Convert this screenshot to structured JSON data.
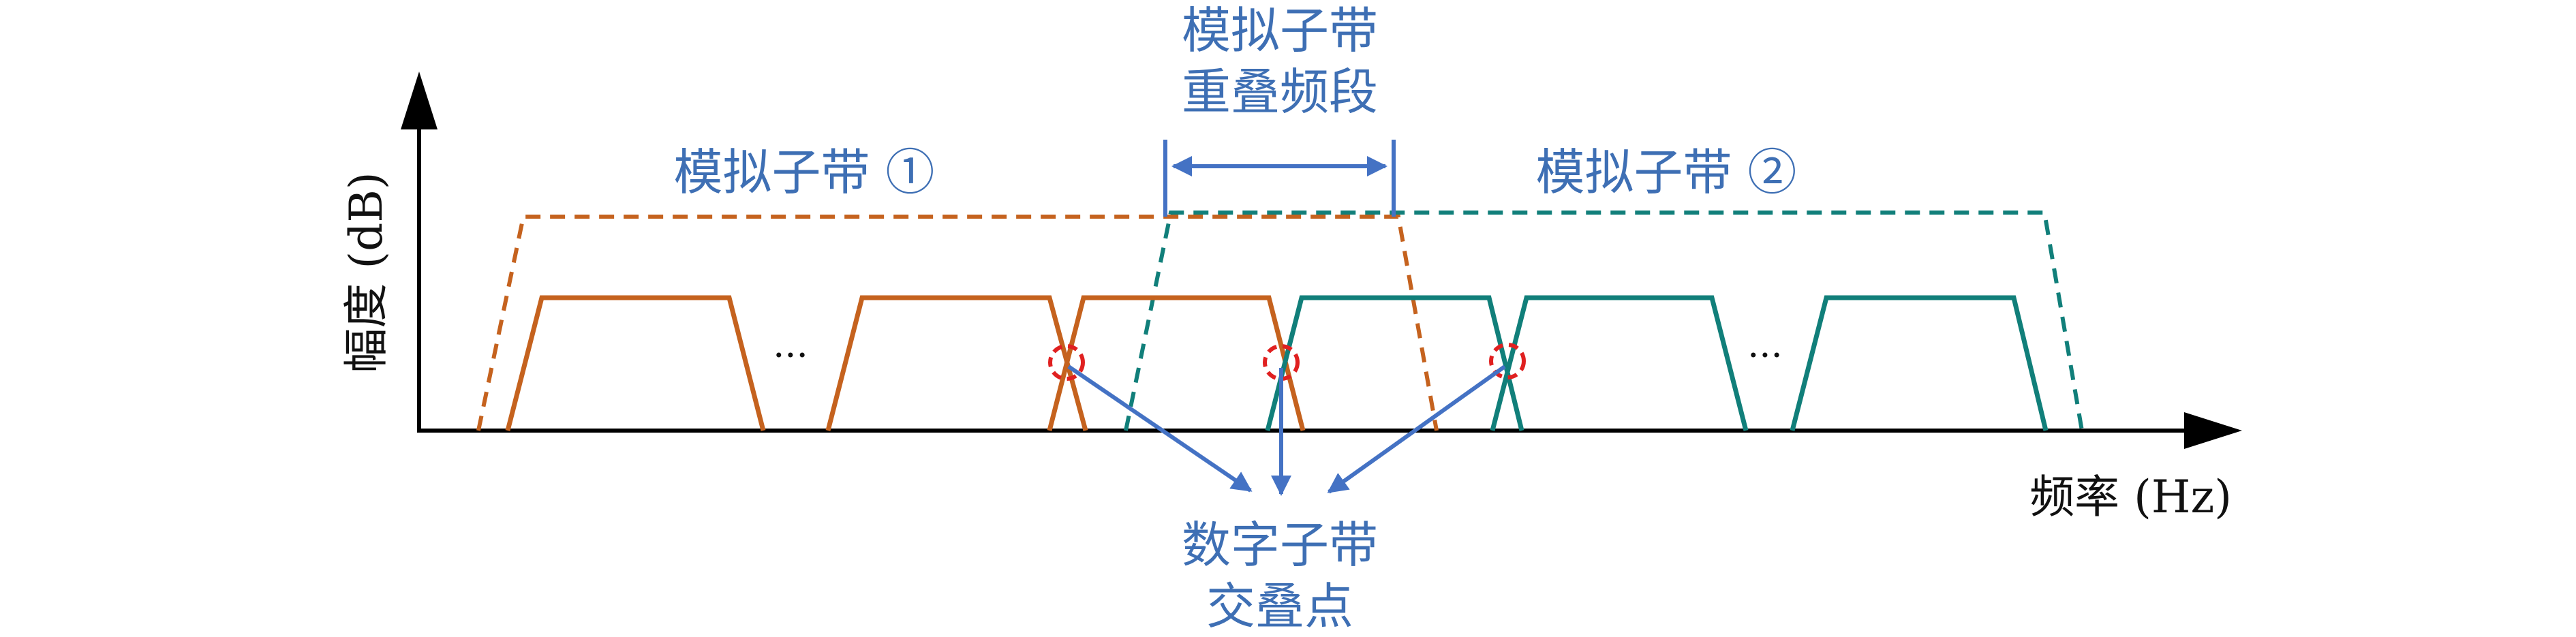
{
  "labels": {
    "overlap_line1": "模拟子带",
    "overlap_line2": "重叠频段",
    "analog_subband_1": "模拟子带 ①",
    "analog_subband_2": "模拟子带 ②",
    "crosspoint_line1": "数字子带",
    "crosspoint_line2": "交叠点",
    "y_axis": "幅度 (dB)",
    "x_axis": "频率 (Hz)",
    "ellipsis": "···"
  },
  "colors": {
    "orange": "#c5621e",
    "teal": "#117f7a",
    "blue": "#4472c4",
    "red": "#e02020",
    "axis": "#000000"
  }
}
